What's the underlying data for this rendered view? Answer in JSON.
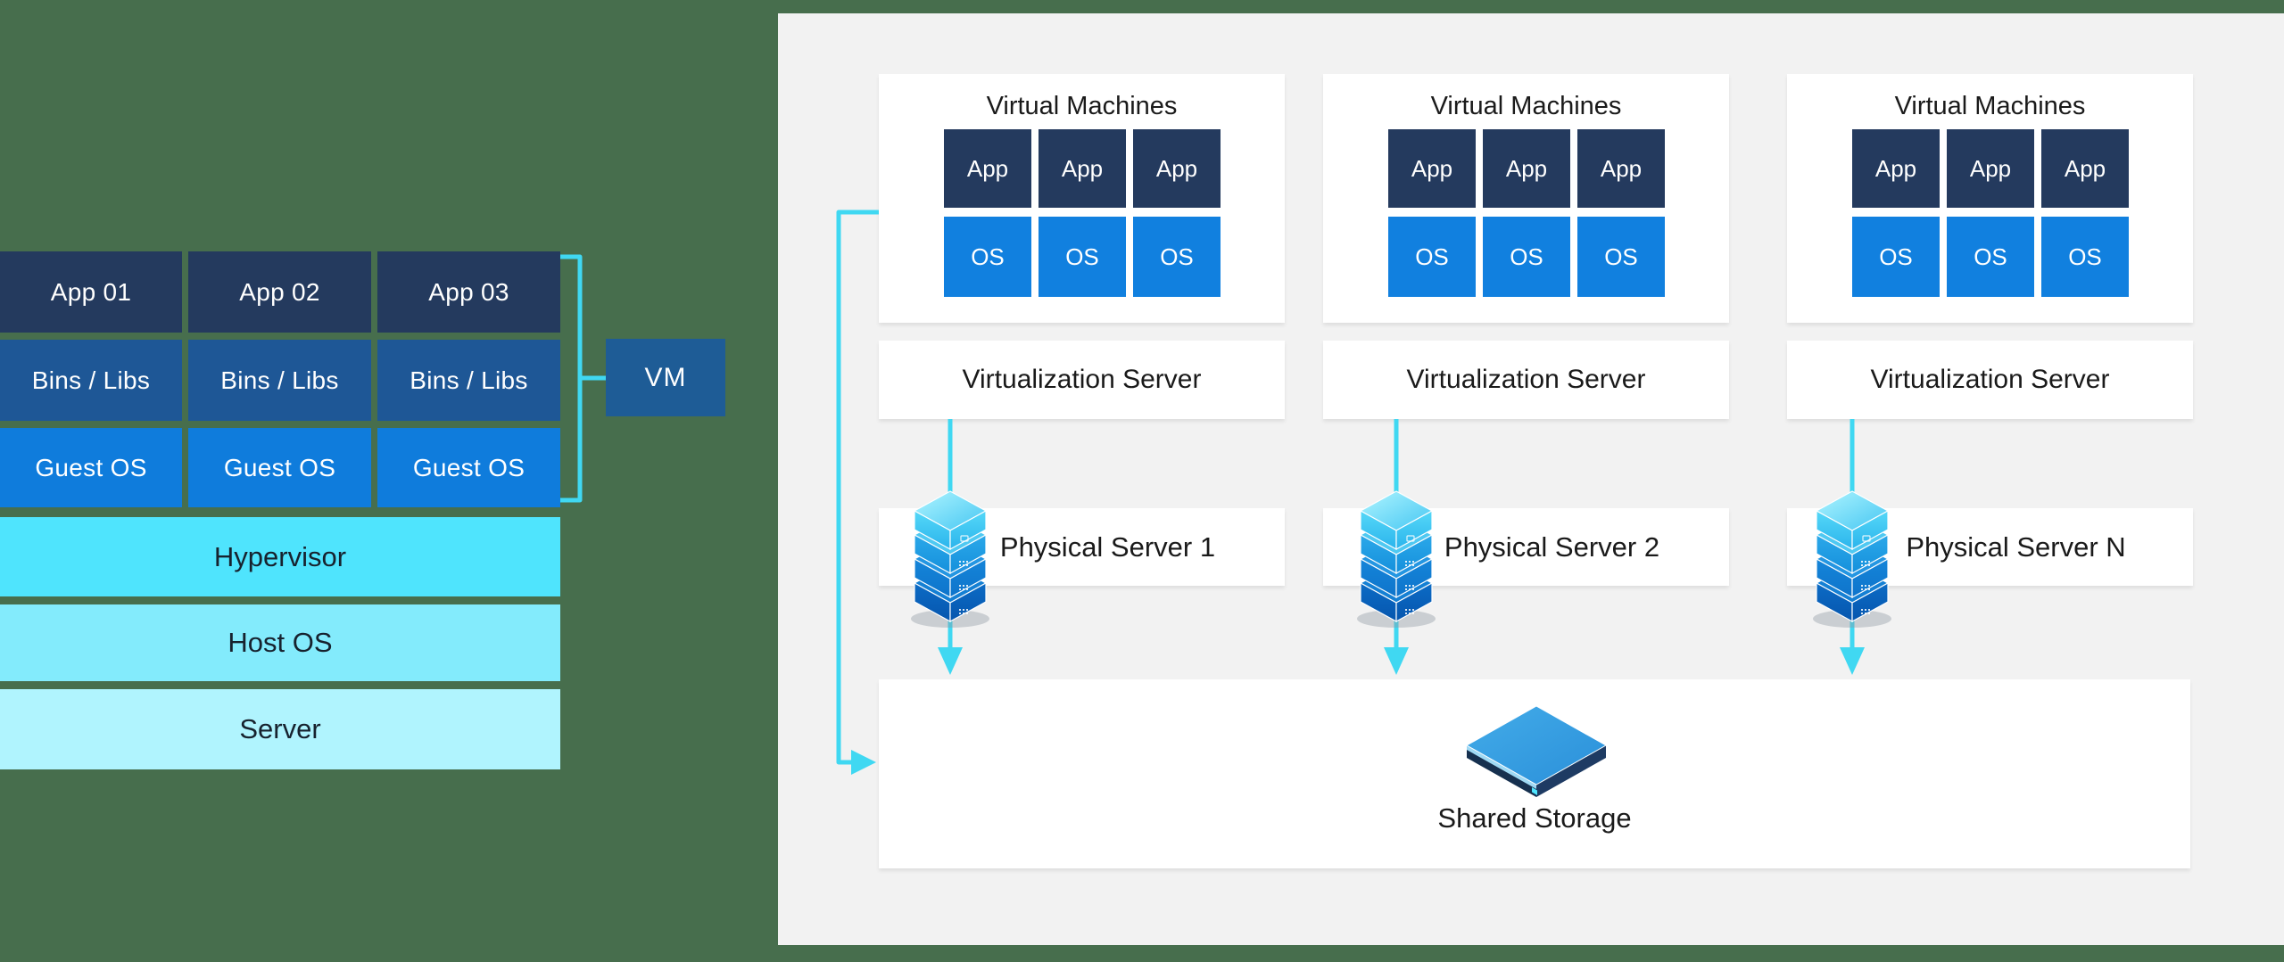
{
  "colors": {
    "background_green": "#476E4D",
    "panel_gray": "#F2F2F2",
    "card_white": "#FFFFFF",
    "app_navy": "#243A5E",
    "bins_blue": "#1E5796",
    "guest_os_blue": "#0F7CDC",
    "os_box_blue": "#1180DF",
    "hypervisor_cyan": "#4FE4FD",
    "host_os_cyan": "#83EBFC",
    "server_cyan": "#B0F4FE",
    "vm_box_blue": "#1E5C96",
    "connector_cyan": "#40D8F2",
    "text_dark": "#1A1A1A",
    "text_white": "#FFFFFF"
  },
  "left_stack": {
    "app_row": [
      "App 01",
      "App 02",
      "App 03"
    ],
    "bins_row": [
      "Bins / Libs",
      "Bins / Libs",
      "Bins / Libs"
    ],
    "guest_row": [
      "Guest OS",
      "Guest OS",
      "Guest OS"
    ],
    "hypervisor": "Hypervisor",
    "host_os": "Host OS",
    "server": "Server",
    "vm_label": "VM"
  },
  "right_panel": {
    "columns": [
      {
        "title": "Virtual Machines",
        "apps": [
          "App",
          "App",
          "App"
        ],
        "oses": [
          "OS",
          "OS",
          "OS"
        ],
        "virtualization": "Virtualization Server",
        "physical": "Physical Server 1"
      },
      {
        "title": "Virtual Machines",
        "apps": [
          "App",
          "App",
          "App"
        ],
        "oses": [
          "OS",
          "OS",
          "OS"
        ],
        "virtualization": "Virtualization Server",
        "physical": "Physical Server 2"
      },
      {
        "title": "Virtual Machines",
        "apps": [
          "App",
          "App",
          "App"
        ],
        "oses": [
          "OS",
          "OS",
          "OS"
        ],
        "virtualization": "Virtualization Server",
        "physical": "Physical Server N"
      }
    ],
    "shared_storage": "Shared Storage"
  }
}
